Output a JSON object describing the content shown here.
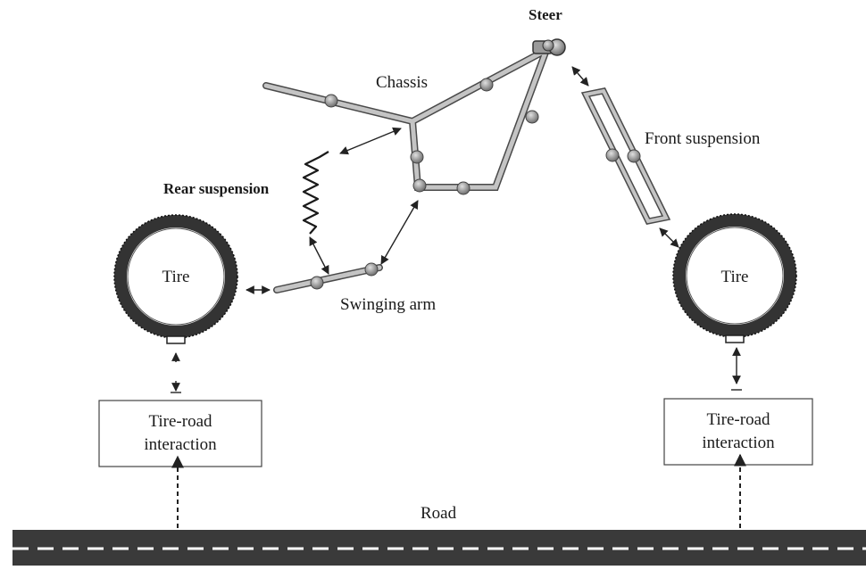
{
  "labels": {
    "steer": "Steer",
    "chassis": "Chassis",
    "front_suspension": "Front suspension",
    "rear_suspension": "Rear suspension",
    "swinging_arm": "Swinging arm",
    "tire_rear": "Tire",
    "tire_front": "Tire",
    "interaction_rear_line1": "Tire-road",
    "interaction_rear_line2": "interaction",
    "interaction_front_line1": "Tire-road",
    "interaction_front_line2": "interaction",
    "road": "Road"
  },
  "colors": {
    "tube": "#bdbdbd",
    "tube_edge": "#4a4a4a",
    "joint": "#8a8a8a",
    "tire": "#3c3c3c",
    "road": "#3a3a3a",
    "road_dash": "#ffffff",
    "arrow": "#222222"
  }
}
